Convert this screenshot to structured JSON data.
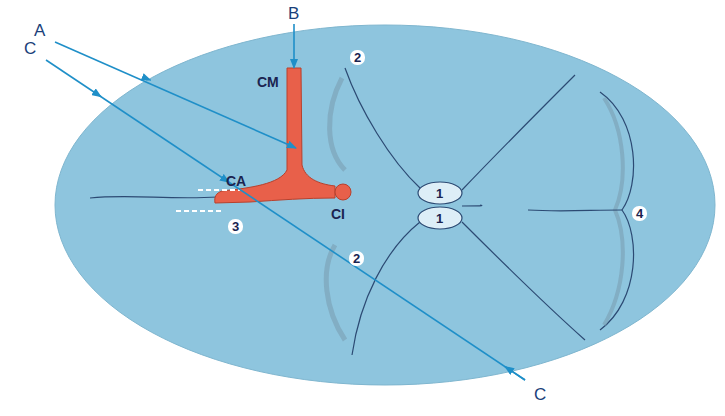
{
  "diagram": {
    "labels": [
      "A",
      "B",
      "C",
      "C",
      "CM",
      "CA",
      "CI",
      "1",
      "1",
      "2",
      "2",
      "3",
      "4"
    ]
  }
}
